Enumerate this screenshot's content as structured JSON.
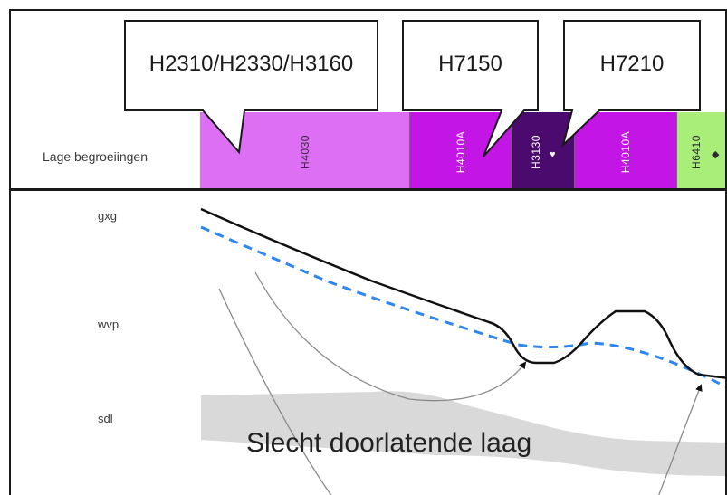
{
  "top": {
    "row_label": "Lage begroeiingen",
    "strips": [
      {
        "code": "H4030",
        "color": "#dd6ff5",
        "text_color": "#3a2a40"
      },
      {
        "code": "H4010A",
        "color": "#c215e6",
        "text_color": "#ffffff"
      },
      {
        "code": "H3130",
        "color": "#4b0b6e",
        "text_color": "#ffffff",
        "marker": "♥"
      },
      {
        "code": "H4010A",
        "color": "#c215e6",
        "text_color": "#ffffff"
      },
      {
        "code": "H6410",
        "color": "#a9ee79",
        "text_color": "#2b2b2b",
        "marker": "◆"
      }
    ],
    "callouts": [
      {
        "label": "H2310/H2330/H3160"
      },
      {
        "label": "H7150"
      },
      {
        "label": "H7210"
      }
    ]
  },
  "bottom": {
    "labels": {
      "gxg": "gxg",
      "wvp": "wvp",
      "sdl": "sdl"
    },
    "layer_label": "Slecht doorlatende laag"
  },
  "colors": {
    "border": "#1a1a1a",
    "ground_line": "#111111",
    "water_line": "#2e86f0",
    "layer_fill": "#d9d9d9",
    "flow_arrow": "#777777"
  }
}
